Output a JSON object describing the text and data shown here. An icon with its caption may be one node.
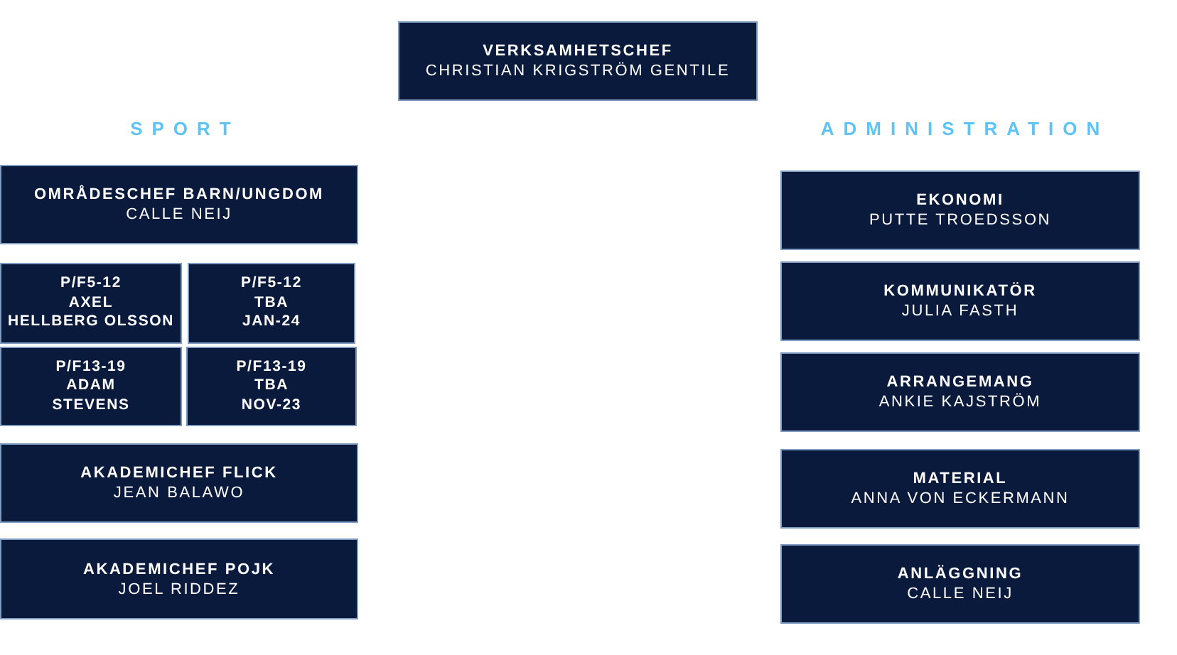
{
  "diagram": {
    "nodes": [
      {
        "text": [
          "VERKSAMHETSCHEF",
          "CHRISTIAN KRIGSTRÖM GENTILE"
        ]
      },
      {
        "text": [
          "OMRÅDESCHEF BARN/UNGDOM",
          "CALLE NEIJ"
        ]
      },
      {
        "text": [
          "P/F5-12",
          "AXEL HELLBERG OLSSON"
        ]
      },
      {
        "text": [
          "P/F5-12",
          "TBA JAN-24"
        ]
      },
      {
        "text": [
          "P/F13-19",
          "ADAM STEVENS"
        ]
      },
      {
        "text": [
          "P/F13-19",
          "TBA NOV-23"
        ]
      },
      {
        "text": [
          "AKADEMICHEF FLICK",
          "JEAN BALAWO"
        ]
      },
      {
        "text": [
          "AKADEMICHEF POJK",
          "JOEL RIDDEZ"
        ]
      },
      {
        "text": [
          "EKONOMI",
          "PUTTE TROEDSSON"
        ]
      },
      {
        "text": [
          "KOMMUNIKATÖR",
          "JULIA FASTH"
        ]
      },
      {
        "text": [
          "ARRANGEMANG",
          "ANKIE KAJSTRÖM"
        ]
      },
      {
        "text": [
          "MATERIAL",
          "ANNA VON ECKERMANN"
        ]
      },
      {
        "text": [
          "ANLÄGGNING",
          "CALLE NEIJ"
        ]
      }
    ],
    "labels": [
      "SPORT",
      "ADMINISTRATION"
    ]
  }
}
